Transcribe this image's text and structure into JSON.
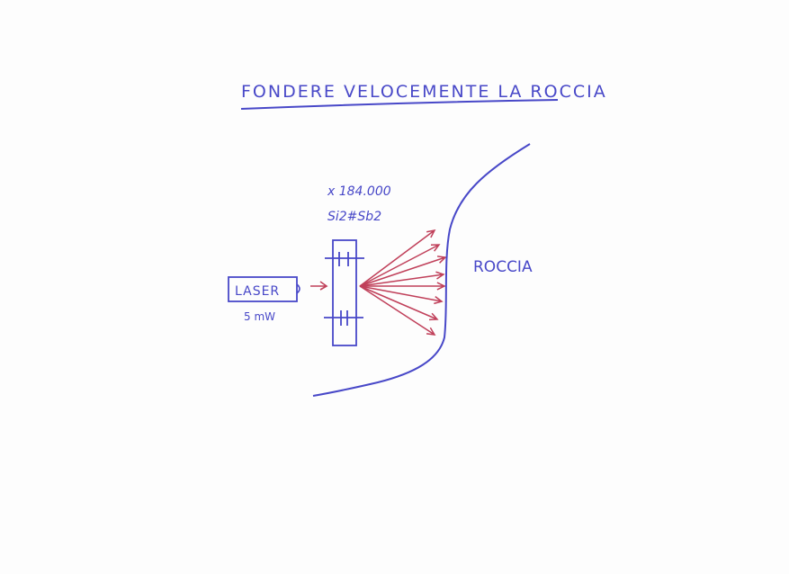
{
  "title": "FONDERE VELOCEMENTE LA ROCCIA",
  "laser": {
    "label": "LASER",
    "power": "5 mW"
  },
  "crystal": {
    "multiplier": "x 184.000",
    "material": "Si2#Sb2"
  },
  "rock": {
    "label": "ROCCIA"
  },
  "colors": {
    "ink_blue": "#4848c8",
    "ink_red": "#c0405a",
    "paper": "#fdfdfd"
  }
}
